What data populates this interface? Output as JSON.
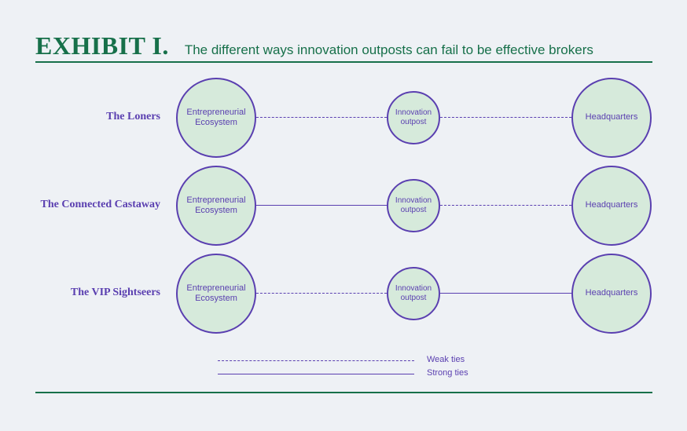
{
  "header": {
    "exhibit": "EXHIBIT I.",
    "subtitle": "The different ways innovation outposts can fail to be effective brokers"
  },
  "nodes": {
    "ecosystem": [
      "Entrepreneurial",
      "Ecosystem"
    ],
    "outpost": [
      "Innovation",
      "outpost"
    ],
    "hq": "Headquarters"
  },
  "rows": [
    {
      "label": "The Loners",
      "ecosystem_to_outpost": "weak",
      "outpost_to_hq": "weak"
    },
    {
      "label": "The Connected Castaway",
      "ecosystem_to_outpost": "strong",
      "outpost_to_hq": "weak"
    },
    {
      "label": "The VIP Sightseers",
      "ecosystem_to_outpost": "weak",
      "outpost_to_hq": "strong"
    }
  ],
  "legend": {
    "weak": "Weak ties",
    "strong": "Strong ties"
  },
  "colors": {
    "green": "#17704a",
    "purple": "#5a3fb0",
    "node_fill": "#d6eadb",
    "background": "#eef1f5"
  }
}
